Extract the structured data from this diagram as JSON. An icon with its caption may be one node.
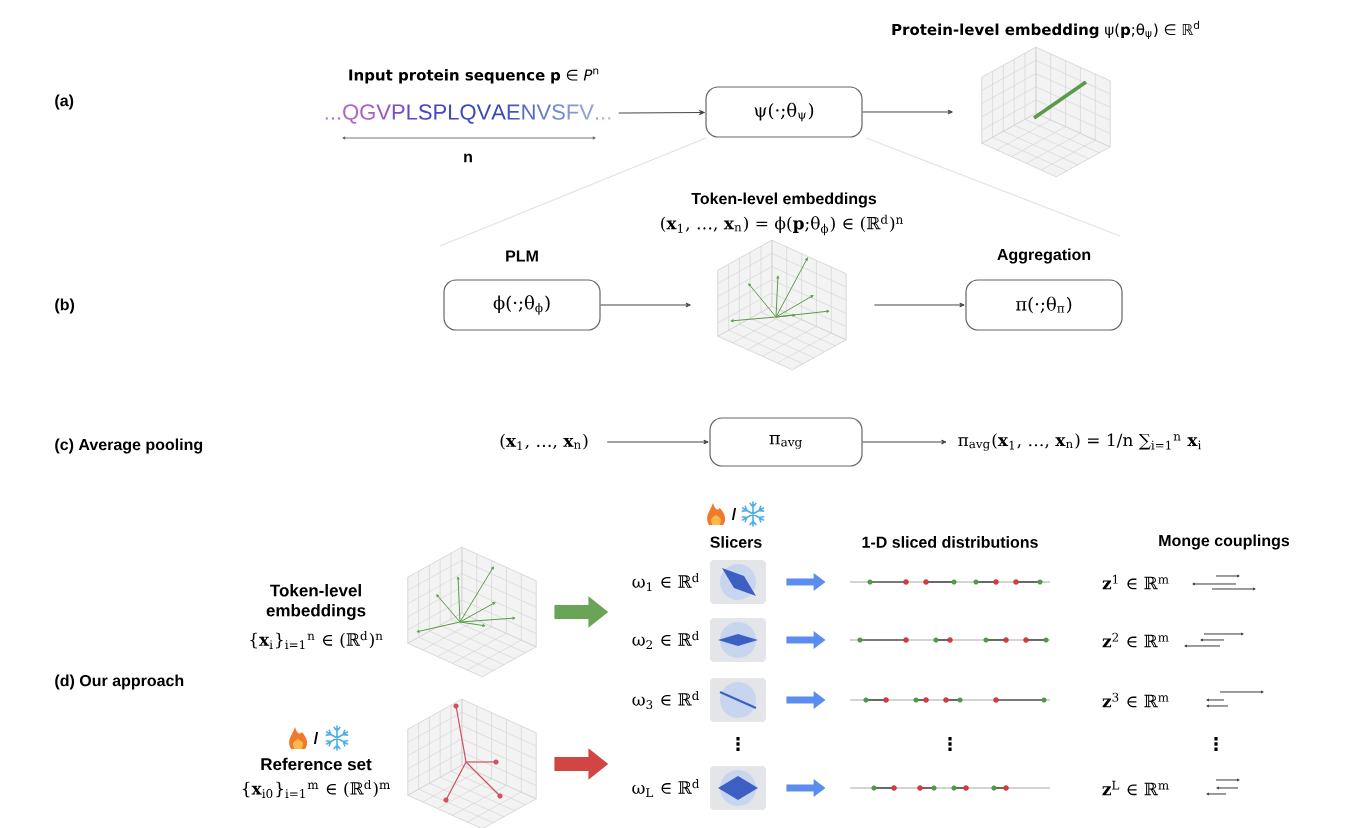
{
  "diagram": {
    "nodes": [
      {
        "text": [
          "...QGVPLSPLQVAENVSFV..."
        ],
        "beside": [
          "**Input protein sequence** **p** ∈ *P*$^{n}$"
        ]
      },
      {
        "text": [
          "ψ(·;θ$_{ψ}$)"
        ]
      },
      {
        "text": [],
        "shape": "picture",
        "beside": [
          "**Protein-level embedding** ψ(**p**;θ$_{ψ}$) ∈ ℝ$^{d}$"
        ]
      },
      {
        "text": [
          "ϕ(·;θ$_{ϕ}$)"
        ],
        "beside": [
          "PLM"
        ]
      },
      {
        "text": [],
        "shape": "picture",
        "beside": [
          "Token-level embeddings",
          "(**x**$_{1}$, …, **x**$_{n}$) = ϕ(**p**;θ$_{ϕ}$) ∈ (ℝ$^{d}$)$^{n}$"
        ]
      },
      {
        "text": [
          "π(·;θ$_{π}$)"
        ],
        "beside": [
          "Aggregation"
        ]
      },
      {
        "text": [
          "(**x**$_{1}$, …, **x**$_{n}$)"
        ]
      },
      {
        "text": [
          "π$_{avg}$"
        ]
      },
      {
        "text": [
          "π$_{avg}$(**x**$_{1}$, …, **x**$_{n}$) = 1/n ∑$_{i=1}$$^{n}$ **x**$_{i}$"
        ]
      },
      {
        "text": [],
        "shape": "picture",
        "beside": [
          "Token-level embeddings",
          "{**x**$_{i}$}$_{i=1}$$^{n}$ ∈ (ℝ$^{d}$)$^{n}$"
        ]
      },
      {
        "text": [],
        "shape": "picture",
        "beside": [
          "Reference set",
          "{**x**$_{i0}$}$_{i=1}$$^{m}$ ∈ (ℝ$^{d}$)$^{m}$"
        ]
      },
      {
        "text": [],
        "shape": "picture",
        "beside": [
          "ω$_{1}$ ∈ ℝ$^{d}$"
        ]
      },
      {
        "text": [],
        "shape": "picture"
      },
      {
        "text": [],
        "shape": "picture",
        "beside": [
          "ω$_{2}$ ∈ ℝ$^{d}$"
        ]
      },
      {
        "text": [],
        "shape": "picture"
      },
      {
        "text": [],
        "shape": "picture",
        "beside": [
          "ω$_{3}$ ∈ ℝ$^{d}$"
        ]
      },
      {
        "text": [],
        "shape": "picture"
      },
      {
        "text": [],
        "shape": "picture",
        "beside": [
          "ω$_{L}$ ∈ ℝ$^{d}$"
        ]
      },
      {
        "text": [],
        "shape": "picture"
      }
    ],
    "edges": [
      {
        "from": 0,
        "to": 1,
        "arrow": "to"
      },
      {
        "from": 1,
        "to": 2,
        "arrow": "to"
      },
      {
        "from": 3,
        "to": 4,
        "arrow": "to"
      },
      {
        "from": 4,
        "to": 5,
        "arrow": "to"
      },
      {
        "from": 6,
        "to": 7,
        "arrow": "to"
      },
      {
        "from": 7,
        "to": 8,
        "arrow": "to"
      },
      {
        "from": 9,
        "to": null,
        "arrow": "to",
        "style": "thick",
        "color": "#6aa457"
      },
      {
        "from": 10,
        "to": null,
        "arrow": "to",
        "style": "thick",
        "color": "#d24545"
      },
      {
        "from": 11,
        "to": 12,
        "arrow": "to",
        "style": "thick",
        "color": "#5b8def"
      },
      {
        "from": 13,
        "to": 14,
        "arrow": "to",
        "style": "thick",
        "color": "#5b8def"
      },
      {
        "from": 15,
        "to": 16,
        "arrow": "to",
        "style": "thick",
        "color": "#5b8def"
      },
      {
        "from": 17,
        "to": 18,
        "arrow": "to",
        "style": "thick",
        "color": "#5b8def"
      }
    ],
    "labels": [
      "(a)",
      "n",
      "(b)",
      "(c) Average pooling",
      "/",
      "Slicers",
      "1-D sliced distributions",
      "Monge couplings",
      "**z**$^{1}$ ∈ ℝ$^{m}$",
      "**z**$^{2}$ ∈ ℝ$^{m}$",
      "(d) Our approach",
      "**z**$^{3}$ ∈ ℝ$^{m}$",
      "/",
      "⋮",
      "⋮",
      "⋮",
      "**z**$^{L}$ ∈ ℝ$^{m}$"
    ]
  }
}
